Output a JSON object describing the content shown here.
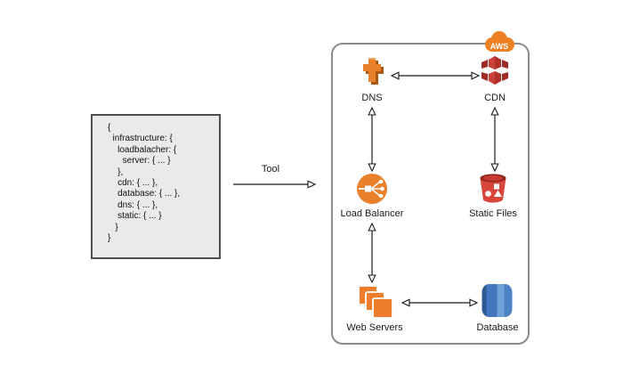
{
  "diagram": {
    "code_block": {
      "lines": [
        "{",
        "  infrastructure: {",
        "    loadbalacher: {",
        "      server: { ... }",
        "    },",
        "    cdn: { ... },",
        "    database: { ... },",
        "    dns: { ... },",
        "    static: { ... }",
        "   }",
        "}"
      ]
    },
    "tool": {
      "label": "Tool"
    },
    "aws": {
      "badge": "AWS"
    },
    "nodes": [
      {
        "id": "dns",
        "label": "DNS",
        "icon": "route53-dns-icon",
        "color": "#E8822A"
      },
      {
        "id": "cdn",
        "label": "CDN",
        "icon": "cloudfront-cdn-icon",
        "color": "#C03A31"
      },
      {
        "id": "load-balancer",
        "label": "Load Balancer",
        "icon": "elastic-load-balancer-icon",
        "color": "#E8802C"
      },
      {
        "id": "static-files",
        "label": "Static Files",
        "icon": "s3-bucket-icon",
        "color": "#D8453B"
      },
      {
        "id": "web-servers",
        "label": "Web Servers",
        "icon": "ec2-instances-icon",
        "color": "#ED7E2B"
      },
      {
        "id": "database",
        "label": "Database",
        "icon": "database-cylinder-icon",
        "color": "#4377BE"
      }
    ],
    "edges": [
      {
        "from": "dns",
        "to": "cdn",
        "bidirectional": true
      },
      {
        "from": "dns",
        "to": "load-balancer",
        "bidirectional": true
      },
      {
        "from": "cdn",
        "to": "static-files",
        "bidirectional": true
      },
      {
        "from": "load-balancer",
        "to": "web-servers",
        "bidirectional": true
      },
      {
        "from": "web-servers",
        "to": "database",
        "bidirectional": true
      },
      {
        "from": "code-block",
        "to": "aws-panel",
        "label": "Tool",
        "bidirectional": false
      }
    ],
    "colors": {
      "orange": "#E8802C",
      "cdn_red": "#C0392B",
      "bucket_red": "#D8453B",
      "database_blue": "#4377BE",
      "aws_badge_orange": "#EE7F22",
      "panel_border": "#8C8C8C",
      "code_bg": "#EAEAEA",
      "code_border": "#4D4D4D",
      "text": "#1A1A1A"
    }
  }
}
